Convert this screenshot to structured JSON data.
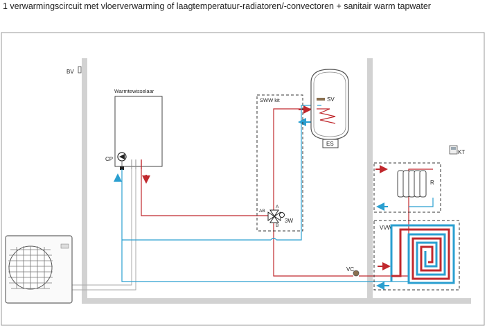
{
  "title": "1 verwarmingscircuit met vloerverwarming of laagtemperatuur-radiatoren/-convectoren + sanitair warm tapwater",
  "labels": {
    "bv": "BV",
    "heat_exchanger": "Warmtewisselaar",
    "cp": "CP",
    "sww_kit": "SWW kit",
    "sv": "SV",
    "es": "ES",
    "kt": "KT",
    "r": "R",
    "vvw": "VVW",
    "vc": "VC",
    "valve_ab": "AB",
    "valve_a": "A",
    "valve_b": "B",
    "valve_3w": "3W"
  },
  "colors": {
    "supply": "#c0282d",
    "return": "#2a9fd0",
    "wall": "#d2d2d2",
    "outline": "#444444"
  }
}
